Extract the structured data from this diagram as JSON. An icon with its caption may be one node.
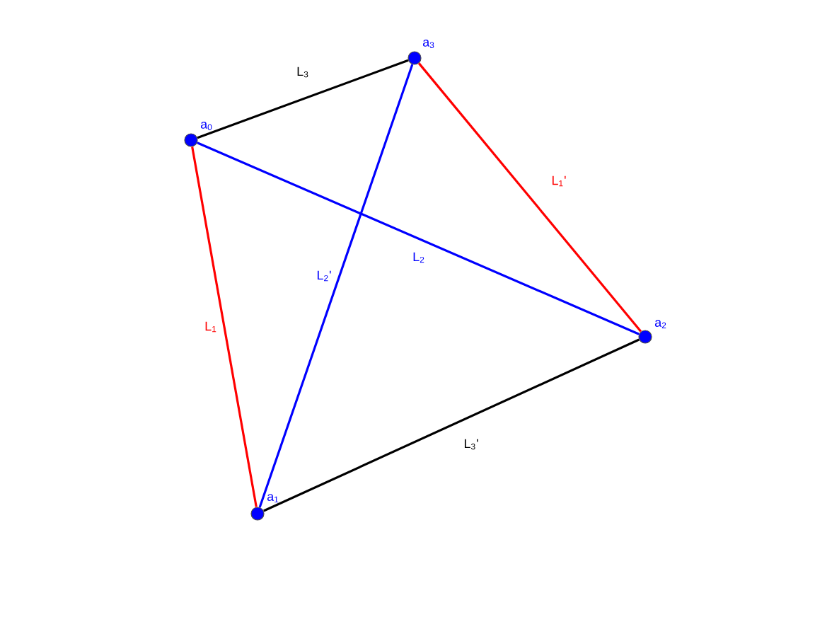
{
  "diagram": {
    "nodes": [
      {
        "text": [],
        "shape": "circle",
        "beside": [
          "a$_{0}$"
        ]
      },
      {
        "text": [],
        "shape": "circle",
        "beside": [
          "a$_{1}$"
        ]
      },
      {
        "text": [],
        "shape": "circle",
        "beside": [
          "a$_{2}$"
        ]
      },
      {
        "text": [],
        "shape": "circle",
        "beside": [
          "a$_{3}$"
        ]
      }
    ],
    "edges": [
      {
        "from": 0,
        "to": 3,
        "arrow": "none",
        "label": "L$_{3}$",
        "color": "#000000"
      },
      {
        "from": 3,
        "to": 2,
        "arrow": "none",
        "label": "L$_{1}$'",
        "color": "#ff0000"
      },
      {
        "from": 0,
        "to": 2,
        "arrow": "none",
        "label": "L$_{2}$",
        "color": "#0000ff"
      },
      {
        "from": 3,
        "to": 1,
        "arrow": "none",
        "label": "L$_{2}$'",
        "color": "#0000ff"
      },
      {
        "from": 0,
        "to": 1,
        "arrow": "none",
        "label": "L$_{1}$",
        "color": "#ff0000"
      },
      {
        "from": 1,
        "to": 2,
        "arrow": "none",
        "label": "L$_{3}$'",
        "color": "#000000"
      }
    ]
  }
}
